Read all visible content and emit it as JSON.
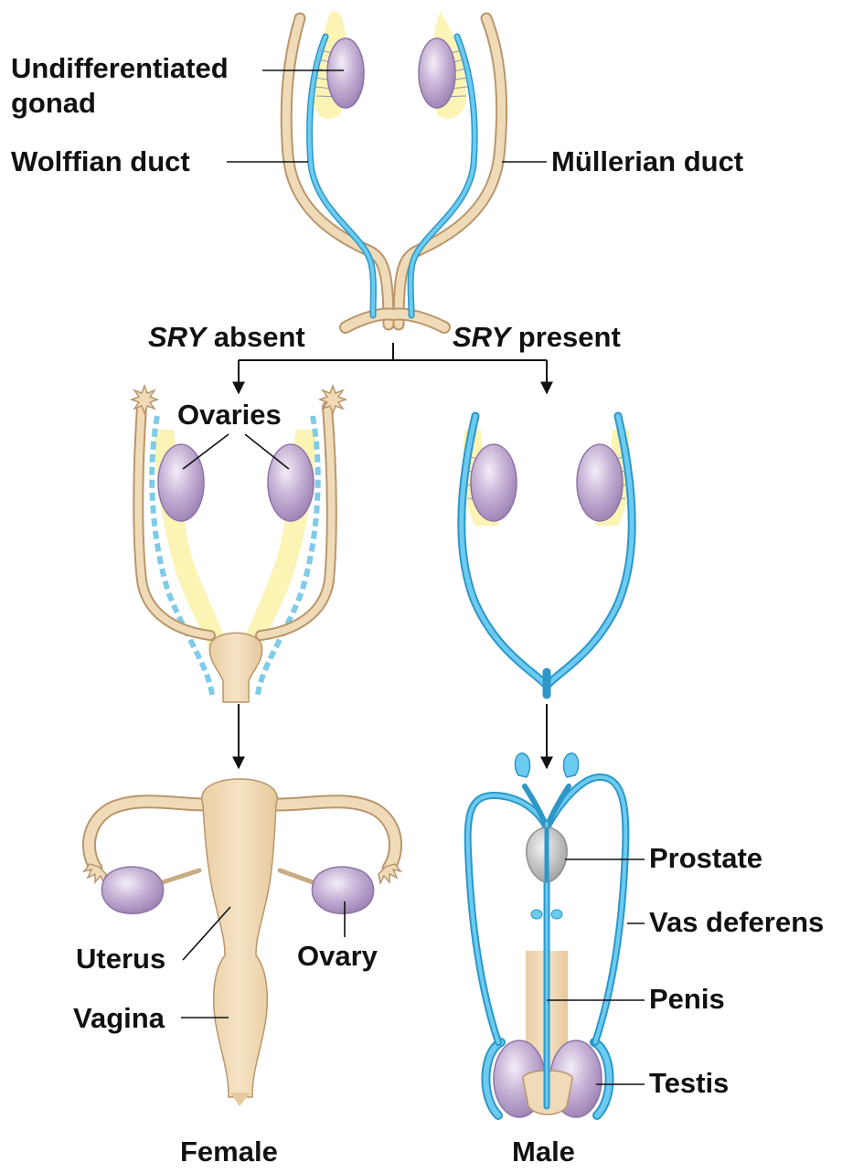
{
  "colors": {
    "mullerian": "#ecd3ac",
    "mullerian_outline": "#b9966c",
    "wolffian": "#5cc3ec",
    "wolffian_outline": "#2d97c8",
    "gonad": "#b59cc8",
    "gonad_light": "#efe6f5",
    "mesentery": "#fbf4b5",
    "prostate": "#bdbdbd",
    "text": "#111111"
  },
  "labels": {
    "undifferentiated_gonad_1": "Undifferentiated",
    "undifferentiated_gonad_2": "gonad",
    "wolffian_duct": "Wolffian duct",
    "mullerian_duct": "Müllerian duct",
    "sry_absent_gene": "SRY",
    "sry_absent_text": " absent",
    "sry_present_gene": "SRY",
    "sry_present_text": " present",
    "ovaries": "Ovaries",
    "uterus": "Uterus",
    "ovary": "Ovary",
    "vagina": "Vagina",
    "prostate": "Prostate",
    "vas_deferens": "Vas deferens",
    "penis": "Penis",
    "testis": "Testis",
    "female": "Female",
    "male": "Male"
  }
}
